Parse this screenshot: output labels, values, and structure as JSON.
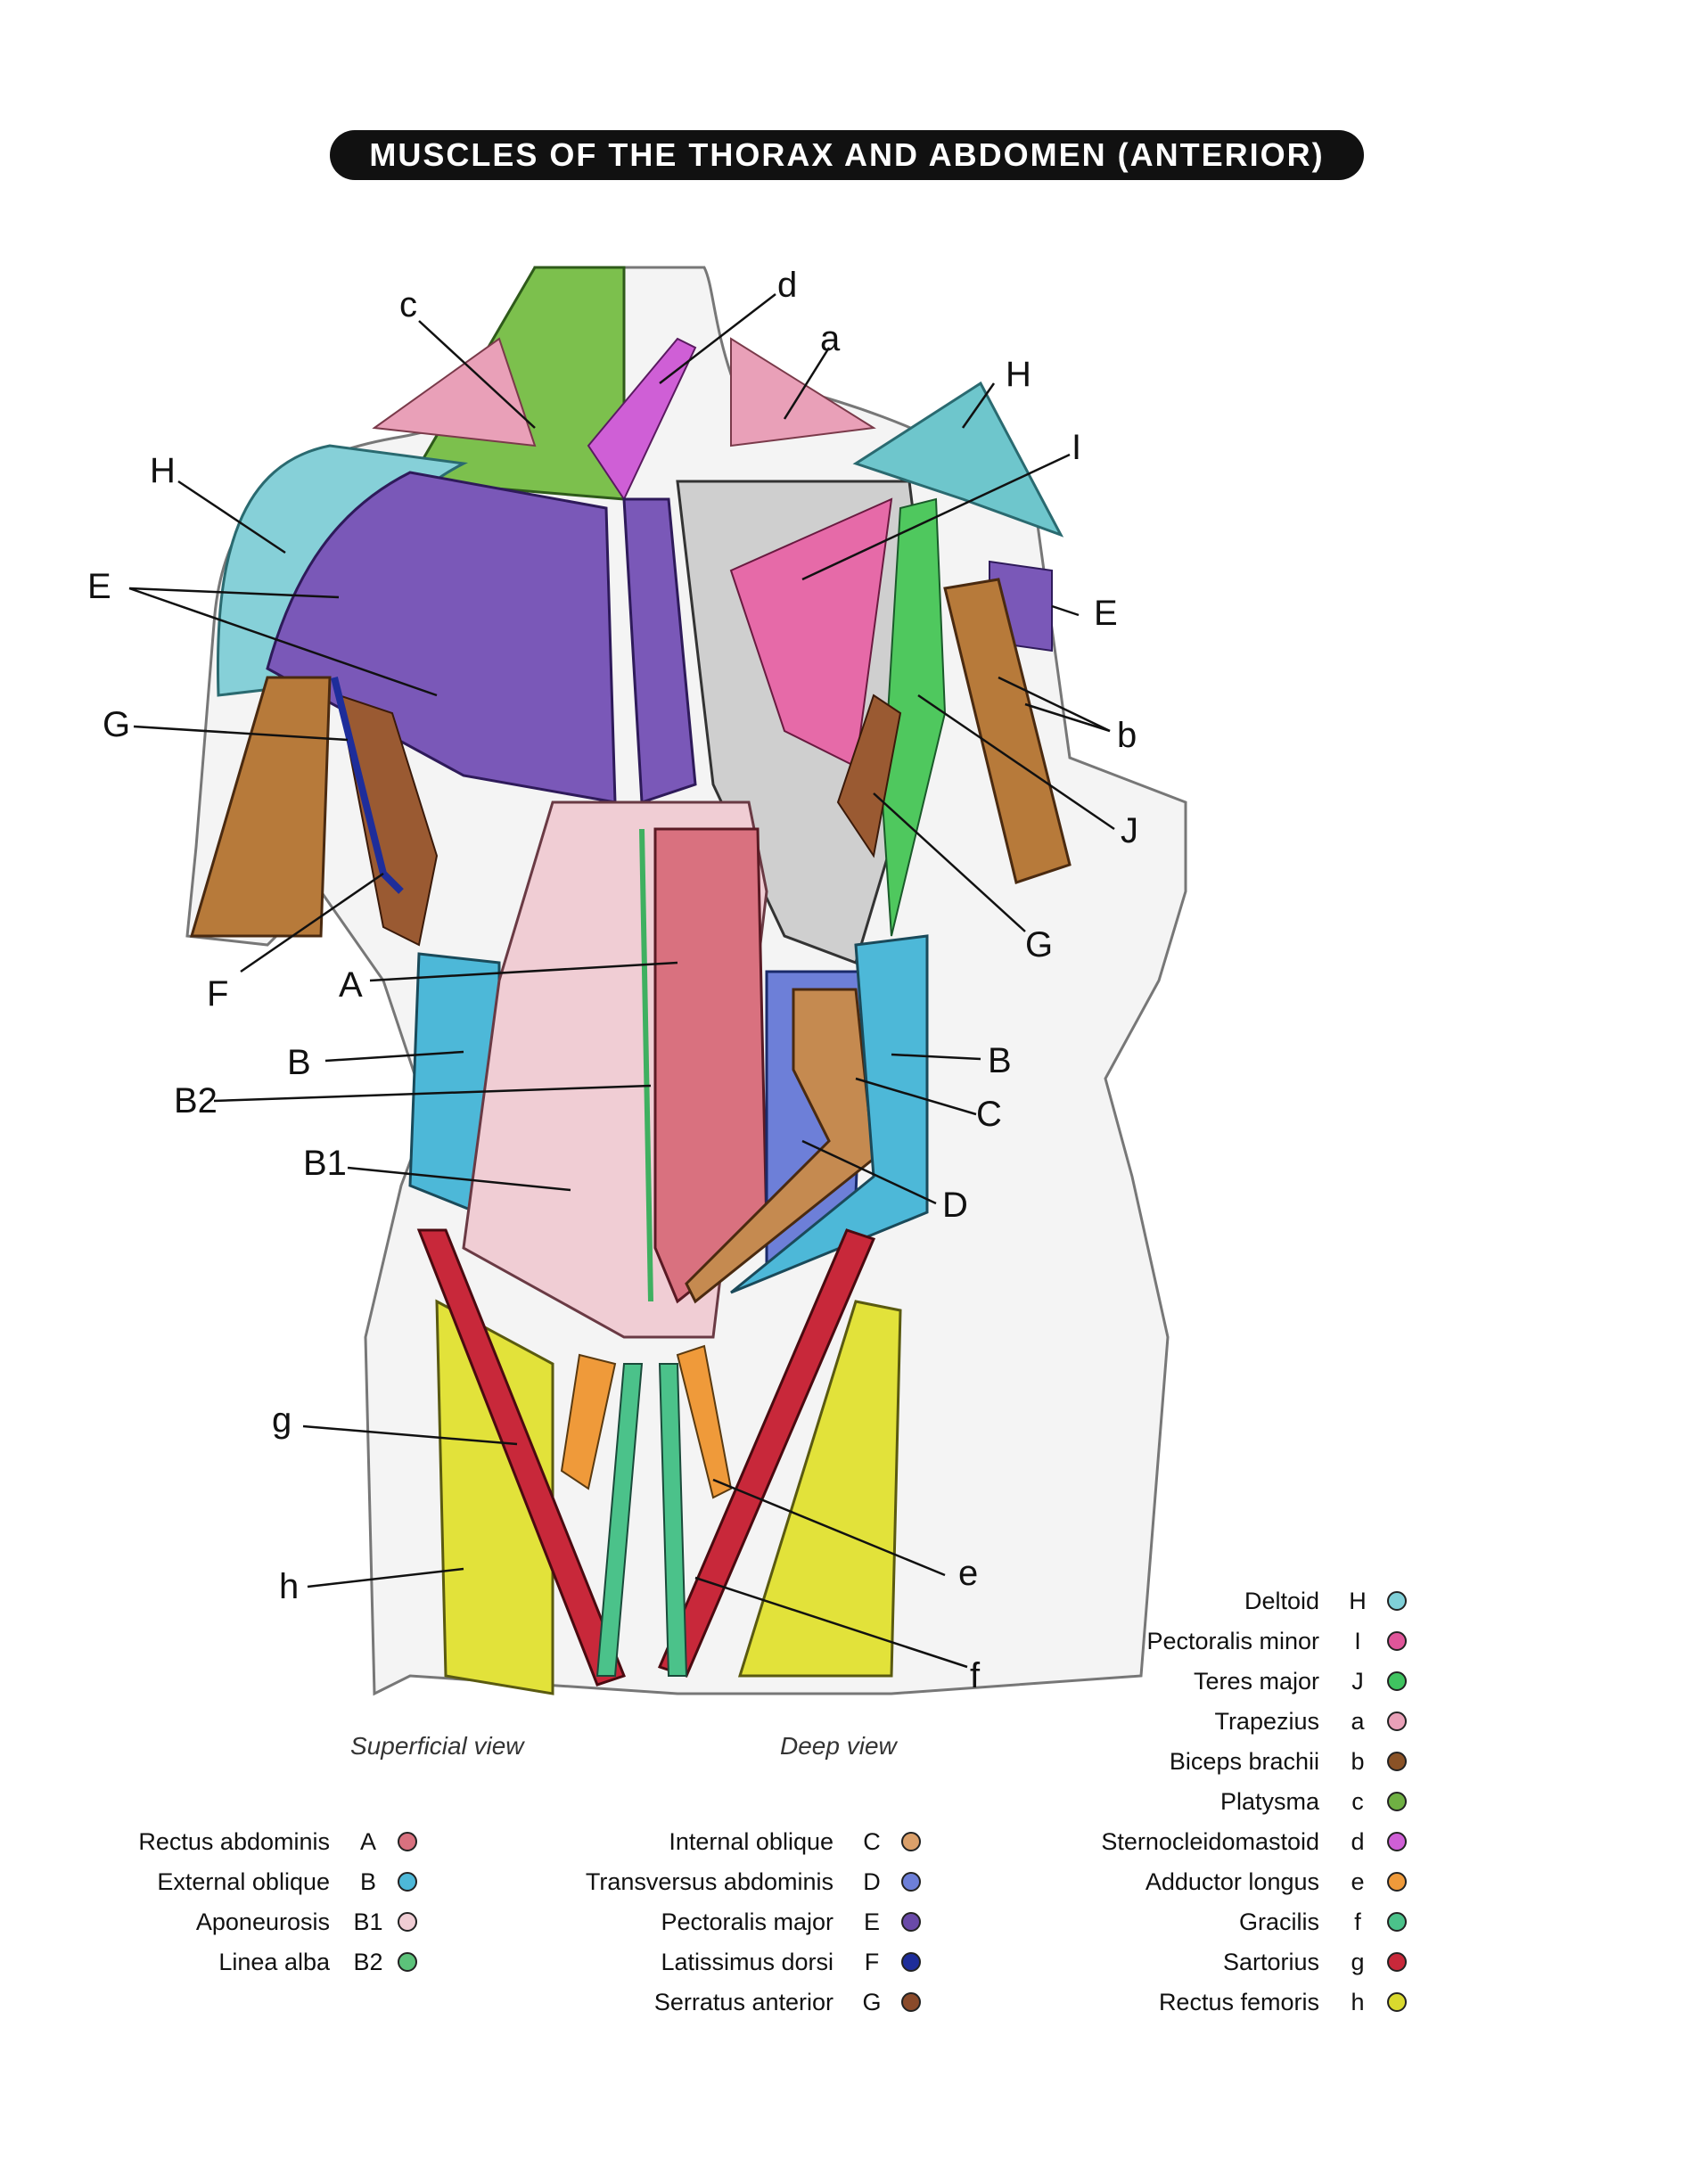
{
  "title": "MUSCLES OF THE THORAX AND ABDOMEN (ANTERIOR)",
  "views": {
    "left": "Superficial view",
    "right": "Deep view"
  },
  "callouts": [
    "c",
    "d",
    "a",
    "H",
    "I",
    "H",
    "E",
    "E",
    "b",
    "G",
    "J",
    "G",
    "F",
    "A",
    "B",
    "B",
    "B2",
    "C",
    "B1",
    "D",
    "g",
    "e",
    "h",
    "f"
  ],
  "legend_left": [
    {
      "name": "Rectus abdominis",
      "letter": "A",
      "color": "#d9717f"
    },
    {
      "name": "External oblique",
      "letter": "B",
      "color": "#4db8d8"
    },
    {
      "name": "Aponeurosis",
      "letter": "B1",
      "color": "#f0cdd4"
    },
    {
      "name": "Linea alba",
      "letter": "B2",
      "color": "#5cc27a"
    }
  ],
  "legend_mid": [
    {
      "name": "Internal oblique",
      "letter": "C",
      "color": "#dba06a"
    },
    {
      "name": "Transversus abdominis",
      "letter": "D",
      "color": "#6d7fd8"
    },
    {
      "name": "Pectoralis major",
      "letter": "E",
      "color": "#6a4aa8"
    },
    {
      "name": "Latissimus dorsi",
      "letter": "F",
      "color": "#1e2d9a"
    },
    {
      "name": "Serratus anterior",
      "letter": "G",
      "color": "#8a4a2a"
    }
  ],
  "legend_right": [
    {
      "name": "Deltoid",
      "letter": "H",
      "color": "#7fd0d8"
    },
    {
      "name": "Pectoralis minor",
      "letter": "I",
      "color": "#e0559a"
    },
    {
      "name": "Teres major",
      "letter": "J",
      "color": "#3fc460"
    },
    {
      "name": "Trapezius",
      "letter": "a",
      "color": "#e9a0b8"
    },
    {
      "name": "Biceps brachii",
      "letter": "b",
      "color": "#8a5226"
    },
    {
      "name": "Platysma",
      "letter": "c",
      "color": "#6fb043"
    },
    {
      "name": "Sternocleidomastoid",
      "letter": "d",
      "color": "#cf5fd6"
    },
    {
      "name": "Adductor longus",
      "letter": "e",
      "color": "#ef9a3a"
    },
    {
      "name": "Gracilis",
      "letter": "f",
      "color": "#4bc28a"
    },
    {
      "name": "Sartorius",
      "letter": "g",
      "color": "#c8283a"
    },
    {
      "name": "Rectus femoris",
      "letter": "h",
      "color": "#d9d92e"
    }
  ]
}
